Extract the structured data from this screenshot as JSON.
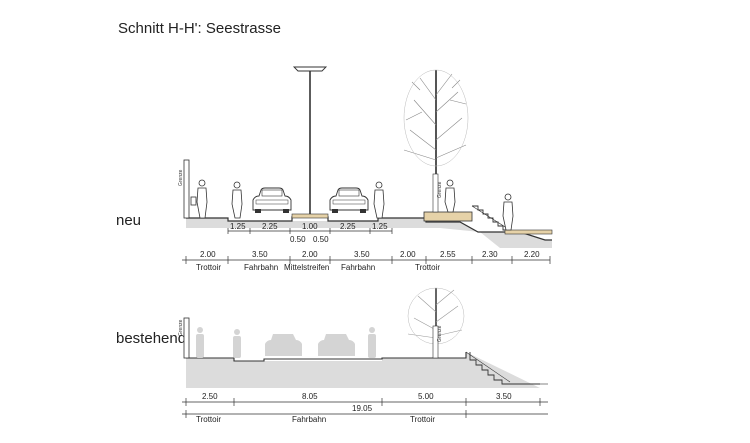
{
  "title": "Schnitt H-H': Seestrasse",
  "labels": {
    "neu": "neu",
    "bestehend": "bestehend",
    "grenze": "Grenze"
  },
  "neu": {
    "upper_dims": [
      "1.25",
      "2.25",
      "1.00",
      "2.25",
      "1.25"
    ],
    "small_dims": [
      "0.50",
      "0.50"
    ],
    "lower_dims": [
      "2.00",
      "3.50",
      "2.00",
      "3.50",
      "2.00",
      "2.55",
      "2.30",
      "2.20"
    ],
    "zones": [
      "Trottoir",
      "Fahrbahn",
      "Mittelstreifen",
      "Fahrbahn",
      "Trottoir"
    ]
  },
  "bestehend": {
    "dims": [
      "2.50",
      "8.05",
      "5.00",
      "3.50"
    ],
    "total": "19.05",
    "zones": [
      "Trottoir",
      "Fahrbahn",
      "Trottoir"
    ]
  },
  "colors": {
    "ground": "#dcdcdc",
    "line": "#333333",
    "ghost": "#d4d4d4",
    "wood": "#e6d2a8"
  }
}
